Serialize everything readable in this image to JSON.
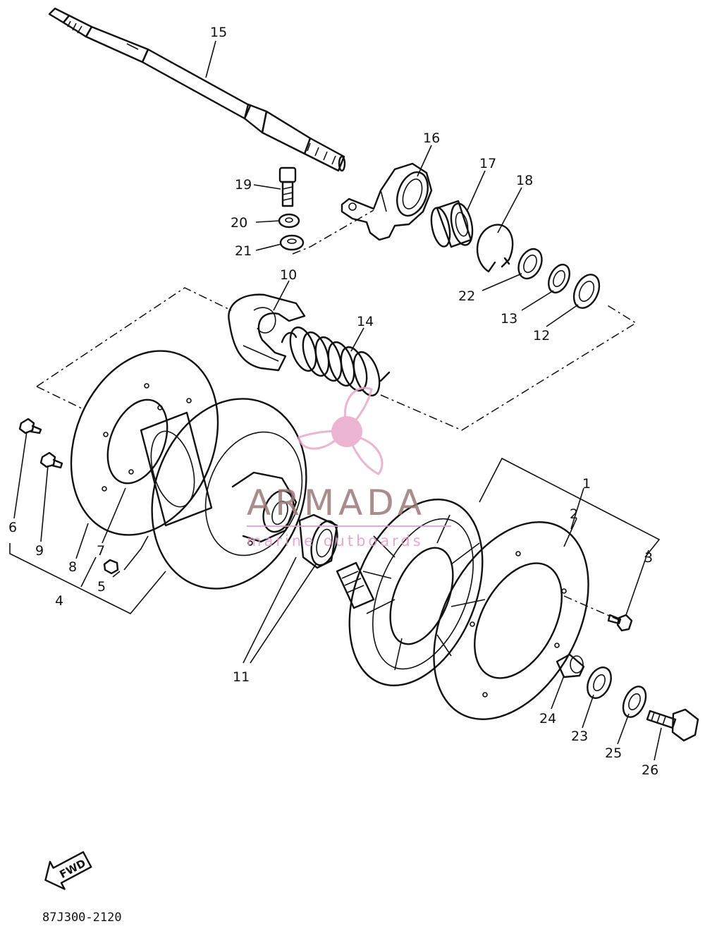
{
  "diagram": {
    "callouts": [
      {
        "id": "c1",
        "text": "1"
      },
      {
        "id": "c2",
        "text": "2"
      },
      {
        "id": "c3",
        "text": "3"
      },
      {
        "id": "c4",
        "text": "4"
      },
      {
        "id": "c5",
        "text": "5"
      },
      {
        "id": "c6",
        "text": "6"
      },
      {
        "id": "c7",
        "text": "7"
      },
      {
        "id": "c8",
        "text": "8"
      },
      {
        "id": "c9",
        "text": "9"
      },
      {
        "id": "c10",
        "text": "10"
      },
      {
        "id": "c11",
        "text": "11"
      },
      {
        "id": "c12",
        "text": "12"
      },
      {
        "id": "c13",
        "text": "13"
      },
      {
        "id": "c14",
        "text": "14"
      },
      {
        "id": "c15",
        "text": "15"
      },
      {
        "id": "c16",
        "text": "16"
      },
      {
        "id": "c17",
        "text": "17"
      },
      {
        "id": "c18",
        "text": "18"
      },
      {
        "id": "c19",
        "text": "19"
      },
      {
        "id": "c20",
        "text": "20"
      },
      {
        "id": "c21",
        "text": "21"
      },
      {
        "id": "c22",
        "text": "22"
      },
      {
        "id": "c23",
        "text": "23"
      },
      {
        "id": "c24",
        "text": "24"
      },
      {
        "id": "c25",
        "text": "25"
      },
      {
        "id": "c26",
        "text": "26"
      }
    ],
    "fwd_label": "FWD",
    "drawing_code": "87J300-2120"
  },
  "watermark": {
    "brand": "ARMADA",
    "tagline": "marine outboards",
    "logo_icon": "propeller-icon",
    "logo_color": "#e8a7c9"
  }
}
